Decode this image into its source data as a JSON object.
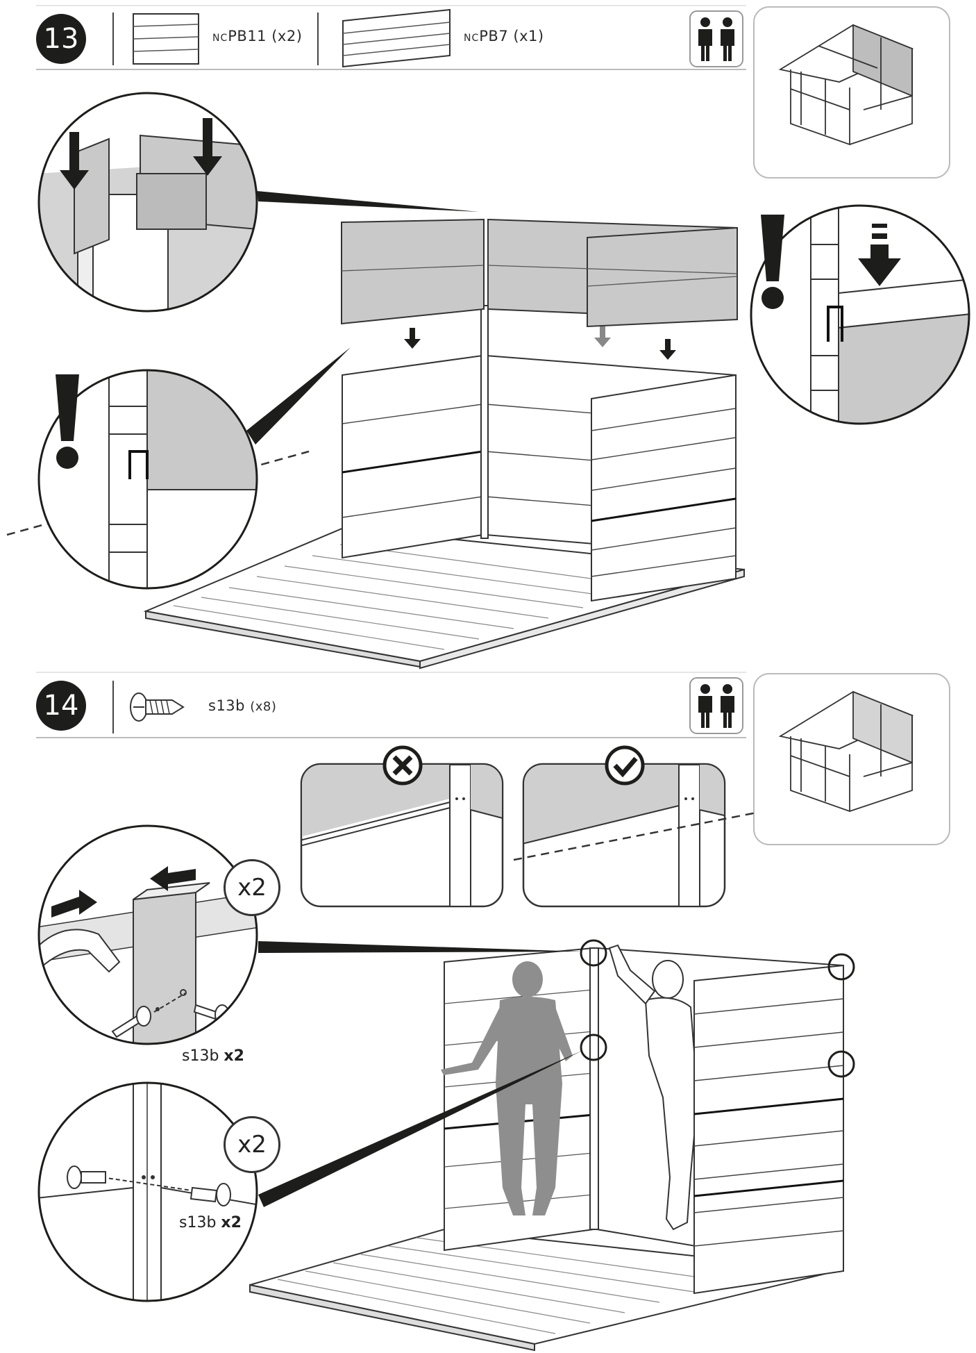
{
  "steps": [
    {
      "number": "13",
      "parts": [
        {
          "prefix": "NC",
          "code": "PB11",
          "qty": "(x2)"
        },
        {
          "prefix": "NC",
          "code": "PB7",
          "qty": "(x1)"
        }
      ],
      "people_icon": "two-people-icon"
    },
    {
      "number": "14",
      "parts": [
        {
          "prefix": "",
          "code": "s13b",
          "qty": "(x8)"
        }
      ],
      "people_icon": "two-people-icon",
      "callouts": [
        {
          "multiplier": "x2",
          "screw_label": "s13b",
          "screw_qty": "x2"
        },
        {
          "multiplier": "x2",
          "screw_label": "s13b",
          "screw_qty": "x2"
        }
      ],
      "compare": [
        {
          "mark": "x-mark-icon",
          "meaning": "wrong"
        },
        {
          "mark": "check-mark-icon",
          "meaning": "correct"
        }
      ]
    }
  ],
  "colors": {
    "ink": "#1d1d1b",
    "panel_gray": "#c9c9c9",
    "person_gray": "#8e8e8e",
    "rule": "#bbbbbb"
  }
}
